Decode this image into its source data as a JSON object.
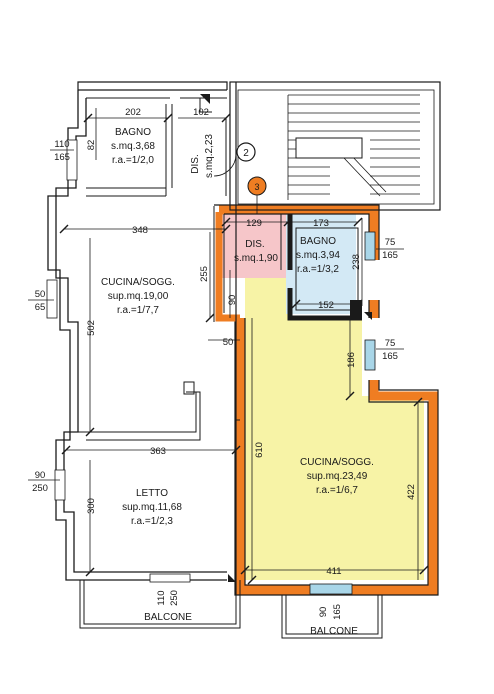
{
  "rooms": {
    "bagno_left": {
      "name": "BAGNO",
      "area": "s.mq.3,68",
      "ratio": "r.a.=1/2,0"
    },
    "dis_left": {
      "name": "DIS.",
      "area": "s.mq.2,23"
    },
    "cucina_left": {
      "name": "CUCINA/SOGG.",
      "area": "sup.mq.19,00",
      "ratio": "r.a.=1/7,7"
    },
    "letto": {
      "name": "LETTO",
      "area": "sup.mq.11,68",
      "ratio": "r.a.=1/2,3"
    },
    "dis_right": {
      "name": "DIS.",
      "area": "s.mq.1,90"
    },
    "bagno_right": {
      "name": "BAGNO",
      "area": "s.mq.3,94",
      "ratio": "r.a.=1/3,2"
    },
    "cucina_right": {
      "name": "CUCINA/SOGG.",
      "area": "sup.mq.23,49",
      "ratio": "r.a.=1/6,7"
    }
  },
  "markers": {
    "unit2": "2",
    "unit3": "3"
  },
  "balconies": {
    "left": "BALCONE",
    "right": "BALCONE"
  },
  "dims": {
    "d202": "202",
    "d102": "102",
    "d82": "82",
    "d110a": "110",
    "d165a": "165",
    "d348": "348",
    "d255": "255",
    "d502": "502",
    "d50a": "50",
    "d65": "65",
    "d363": "363",
    "d300": "300",
    "d90a": "90",
    "d250a": "250",
    "d110b": "110",
    "d250b": "250",
    "d129": "129",
    "d173": "173",
    "d75a": "75",
    "d165b": "165",
    "d238": "238",
    "d90b": "90",
    "d152": "152",
    "d50b": "50",
    "d186": "186",
    "d75b": "75",
    "d165c": "165",
    "d610": "610",
    "d422": "422",
    "d411": "411",
    "d90c": "90",
    "d165d": "165"
  },
  "colors": {
    "highlight_wall": "#ef7d22",
    "dis_fill": "#f6c6c9",
    "bagno_fill": "#d3e9f5",
    "cucina_fill": "#f7f3a6",
    "window": "#a9d6e8",
    "wall": "#1a1a1a"
  }
}
